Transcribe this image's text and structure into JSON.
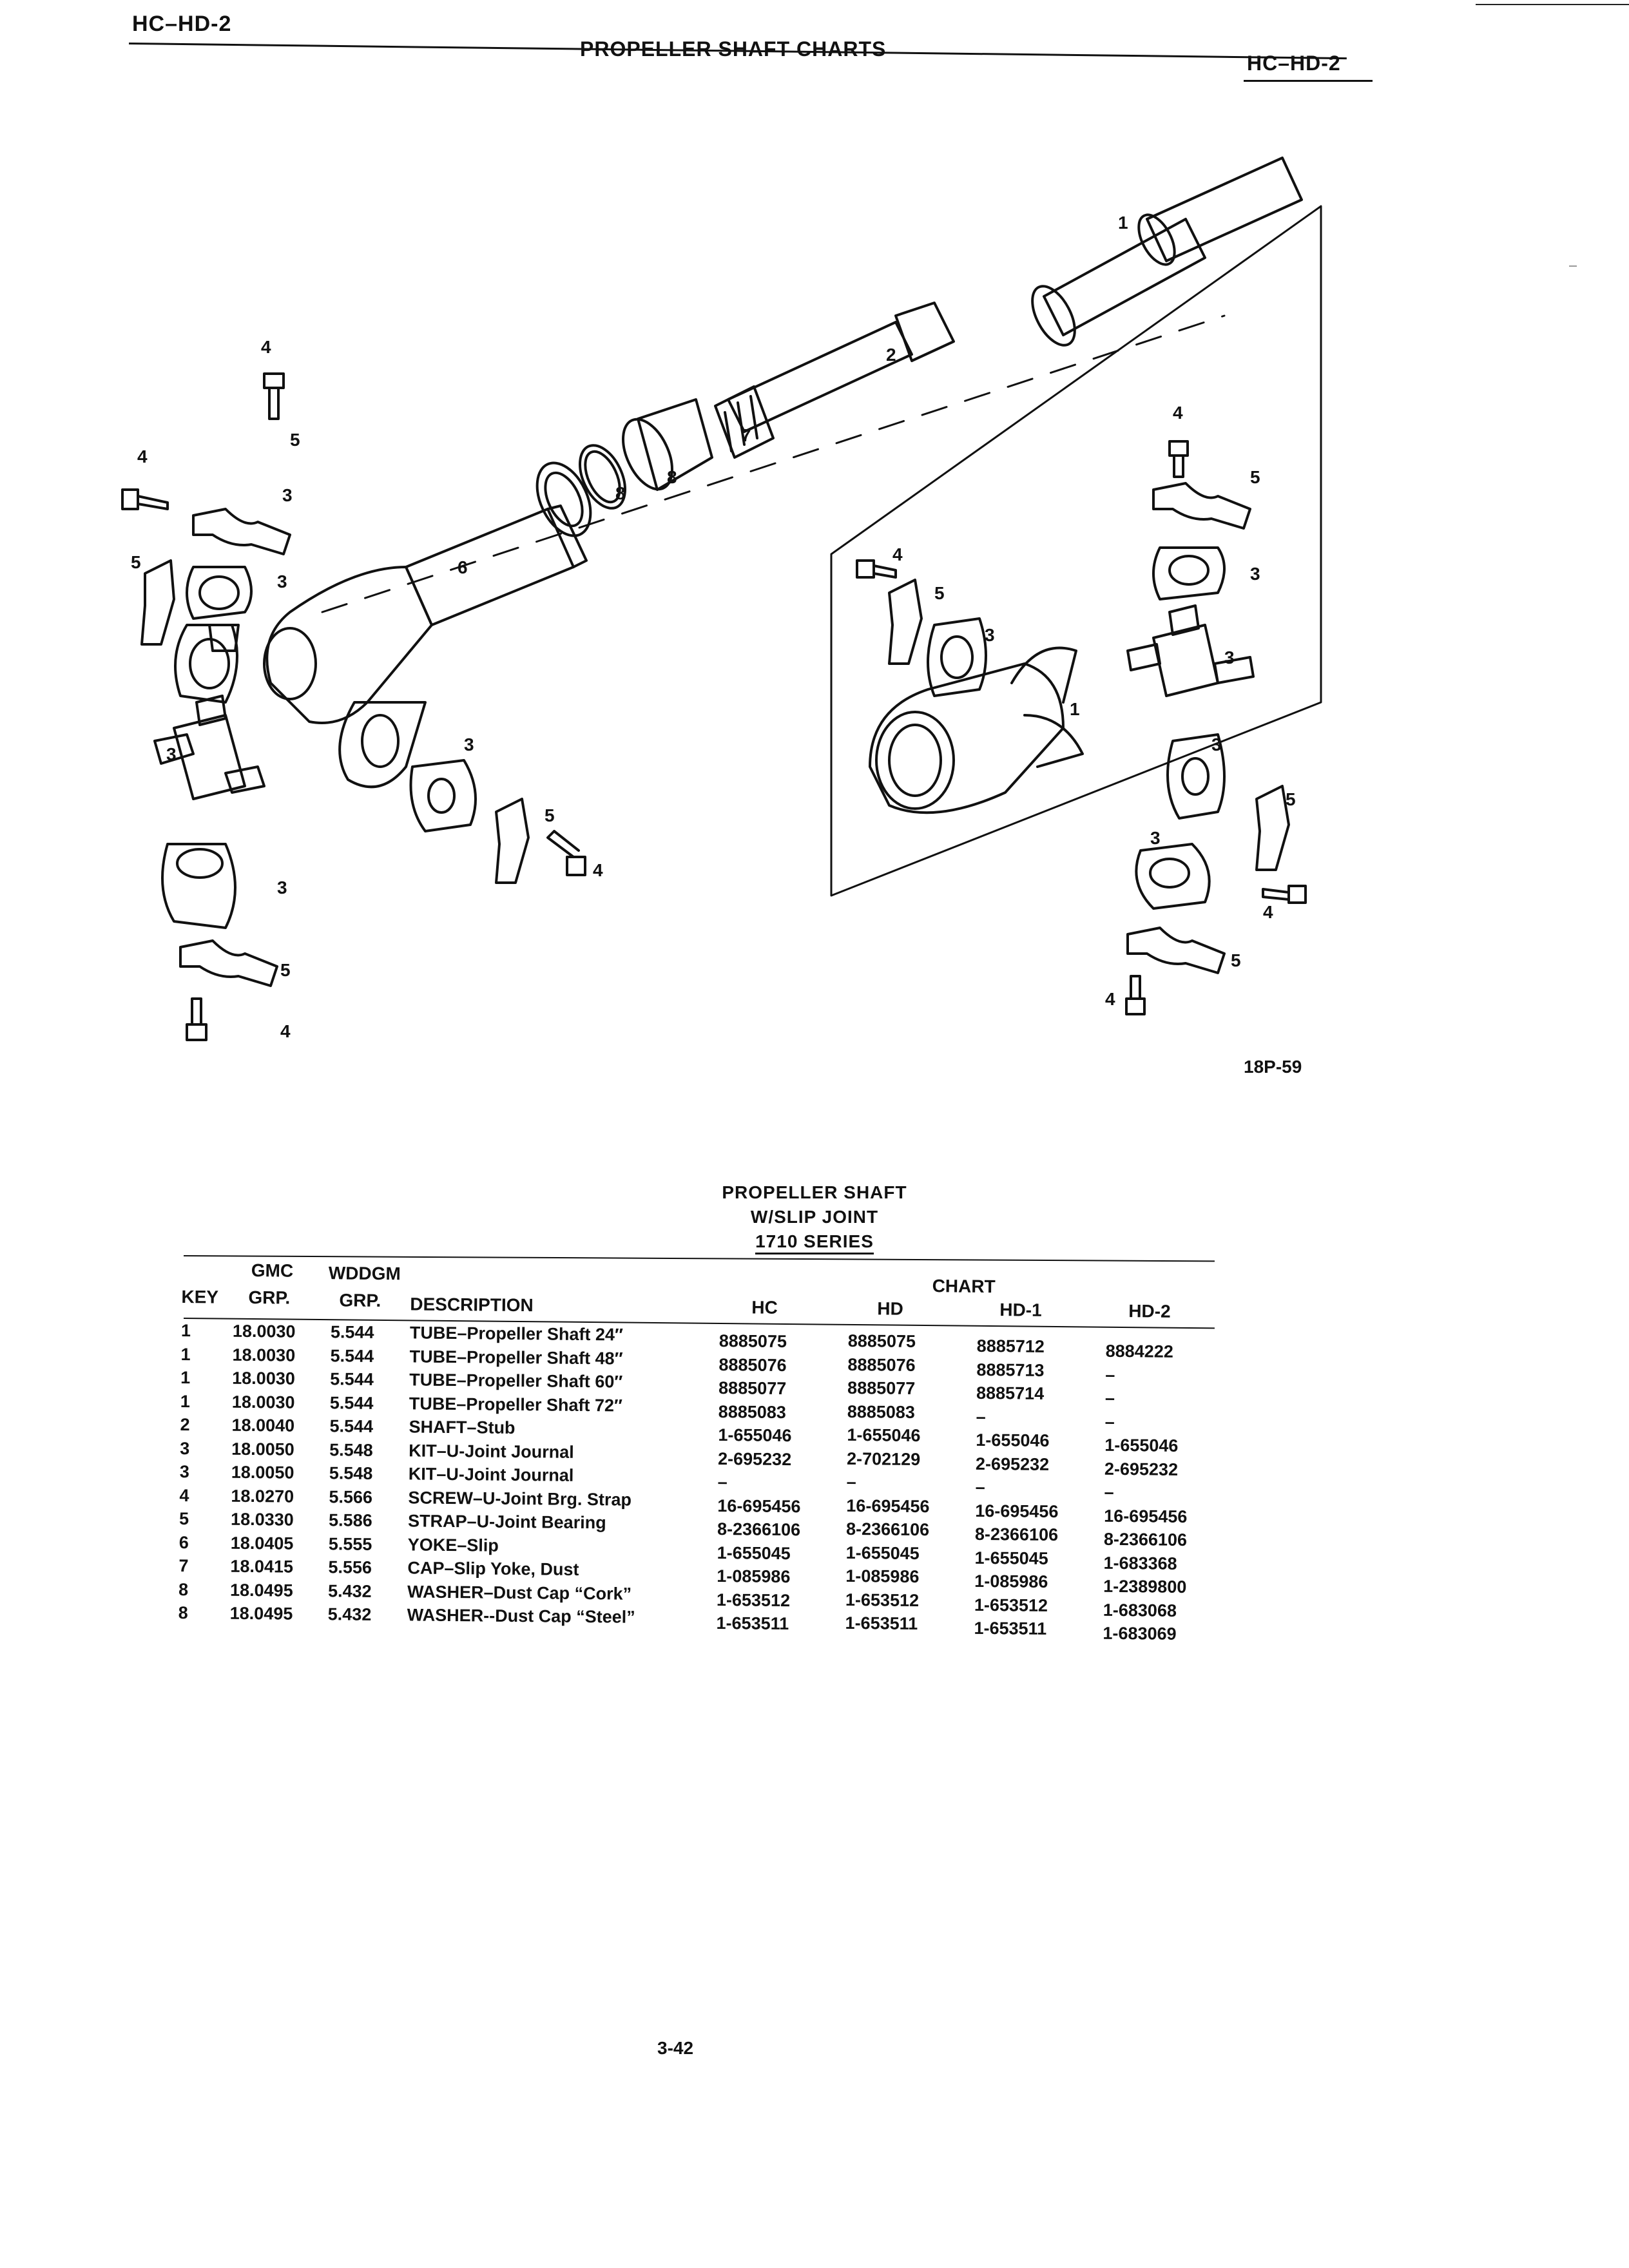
{
  "header": {
    "left_code": "HC–HD-2",
    "title": "PROPELLER SHAFT CHARTS",
    "right_code": "HC–HD-2"
  },
  "diagram": {
    "callouts": {
      "c1a": "1",
      "c1b": "1",
      "c2": "2",
      "c3a": "3",
      "c3b": "3",
      "c3c": "3",
      "c3d": "3",
      "c3e": "3",
      "c3f": "3",
      "c3g": "3",
      "c3h": "3",
      "c3i": "3",
      "c3j": "3",
      "c4a": "4",
      "c4b": "4",
      "c4c": "4",
      "c4d": "4",
      "c4e": "4",
      "c4f": "4",
      "c4g": "4",
      "c4h": "4",
      "c5a": "5",
      "c5b": "5",
      "c5c": "5",
      "c5d": "5",
      "c5e": "5",
      "c5f": "5",
      "c5g": "5",
      "c5h": "5",
      "c6": "6",
      "c7": "7",
      "c8a": "8",
      "c8b": "8"
    },
    "figure_id": "18P-59"
  },
  "table": {
    "title_line1": "PROPELLER SHAFT",
    "title_line2": "W/SLIP JOINT",
    "title_line3": "1710 SERIES",
    "headers": {
      "key": "KEY",
      "gmc_top": "GMC",
      "gmc_bottom": "GRP.",
      "wddgm_top": "WDDGM",
      "wddgm_bottom": "GRP.",
      "description": "DESCRIPTION",
      "chart": "CHART",
      "hc": "HC",
      "hd": "HD",
      "hd1": "HD-1",
      "hd2": "HD-2"
    },
    "rows": [
      {
        "key": "1",
        "gmc": "18.0030",
        "wddgm": "5.544",
        "desc": "TUBE–Propeller Shaft 24″",
        "hc": "8885075",
        "hd": "8885075",
        "hd1": "8885712",
        "hd2": "8884222"
      },
      {
        "key": "1",
        "gmc": "18.0030",
        "wddgm": "5.544",
        "desc": "TUBE–Propeller Shaft 48″",
        "hc": "8885076",
        "hd": "8885076",
        "hd1": "8885713",
        "hd2": "–"
      },
      {
        "key": "1",
        "gmc": "18.0030",
        "wddgm": "5.544",
        "desc": "TUBE–Propeller Shaft 60″",
        "hc": "8885077",
        "hd": "8885077",
        "hd1": "8885714",
        "hd2": "–"
      },
      {
        "key": "1",
        "gmc": "18.0030",
        "wddgm": "5.544",
        "desc": "TUBE–Propeller Shaft 72″",
        "hc": "8885083",
        "hd": "8885083",
        "hd1": "–",
        "hd2": "–"
      },
      {
        "key": "2",
        "gmc": "18.0040",
        "wddgm": "5.544",
        "desc": "SHAFT–Stub",
        "hc": "1-655046",
        "hd": "1-655046",
        "hd1": "1-655046",
        "hd2": "1-655046"
      },
      {
        "key": "3",
        "gmc": "18.0050",
        "wddgm": "5.548",
        "desc": "KIT–U-Joint Journal",
        "hc": "2-695232",
        "hd": "2-702129",
        "hd1": "2-695232",
        "hd2": "2-695232"
      },
      {
        "key": "3",
        "gmc": "18.0050",
        "wddgm": "5.548",
        "desc": "KIT–U-Joint Journal",
        "hc": "–",
        "hd": "–",
        "hd1": "–",
        "hd2": "–"
      },
      {
        "key": "4",
        "gmc": "18.0270",
        "wddgm": "5.566",
        "desc": "SCREW–U-Joint Brg. Strap",
        "hc": "16-695456",
        "hd": "16-695456",
        "hd1": "16-695456",
        "hd2": "16-695456"
      },
      {
        "key": "5",
        "gmc": "18.0330",
        "wddgm": "5.586",
        "desc": "STRAP–U-Joint Bearing",
        "hc": "8-2366106",
        "hd": "8-2366106",
        "hd1": "8-2366106",
        "hd2": "8-2366106"
      },
      {
        "key": "6",
        "gmc": "18.0405",
        "wddgm": "5.555",
        "desc": "YOKE–Slip",
        "hc": "1-655045",
        "hd": "1-655045",
        "hd1": "1-655045",
        "hd2": "1-683368"
      },
      {
        "key": "7",
        "gmc": "18.0415",
        "wddgm": "5.556",
        "desc": "CAP–Slip Yoke, Dust",
        "hc": "1-085986",
        "hd": "1-085986",
        "hd1": "1-085986",
        "hd2": "1-2389800"
      },
      {
        "key": "8",
        "gmc": "18.0495",
        "wddgm": "5.432",
        "desc": "WASHER–Dust Cap “Cork”",
        "hc": "1-653512",
        "hd": "1-653512",
        "hd1": "1-653512",
        "hd2": "1-683068"
      },
      {
        "key": "8",
        "gmc": "18.0495",
        "wddgm": "5.432",
        "desc": "WASHER--Dust Cap “Steel”",
        "hc": "1-653511",
        "hd": "1-653511",
        "hd1": "1-653511",
        "hd2": "1-683069"
      }
    ]
  },
  "footer": {
    "page_number": "3-42"
  }
}
